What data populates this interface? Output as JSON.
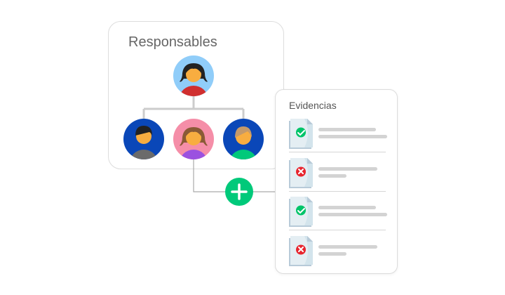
{
  "responsables": {
    "title": "Responsables"
  },
  "evidencias": {
    "title": "Evidencias",
    "items": [
      {
        "status": "approved"
      },
      {
        "status": "rejected"
      },
      {
        "status": "approved"
      },
      {
        "status": "rejected"
      }
    ]
  },
  "colors": {
    "add": "#00c97a",
    "approved": "#00c469",
    "rejected": "#e8252e",
    "connector": "#cccccc"
  }
}
